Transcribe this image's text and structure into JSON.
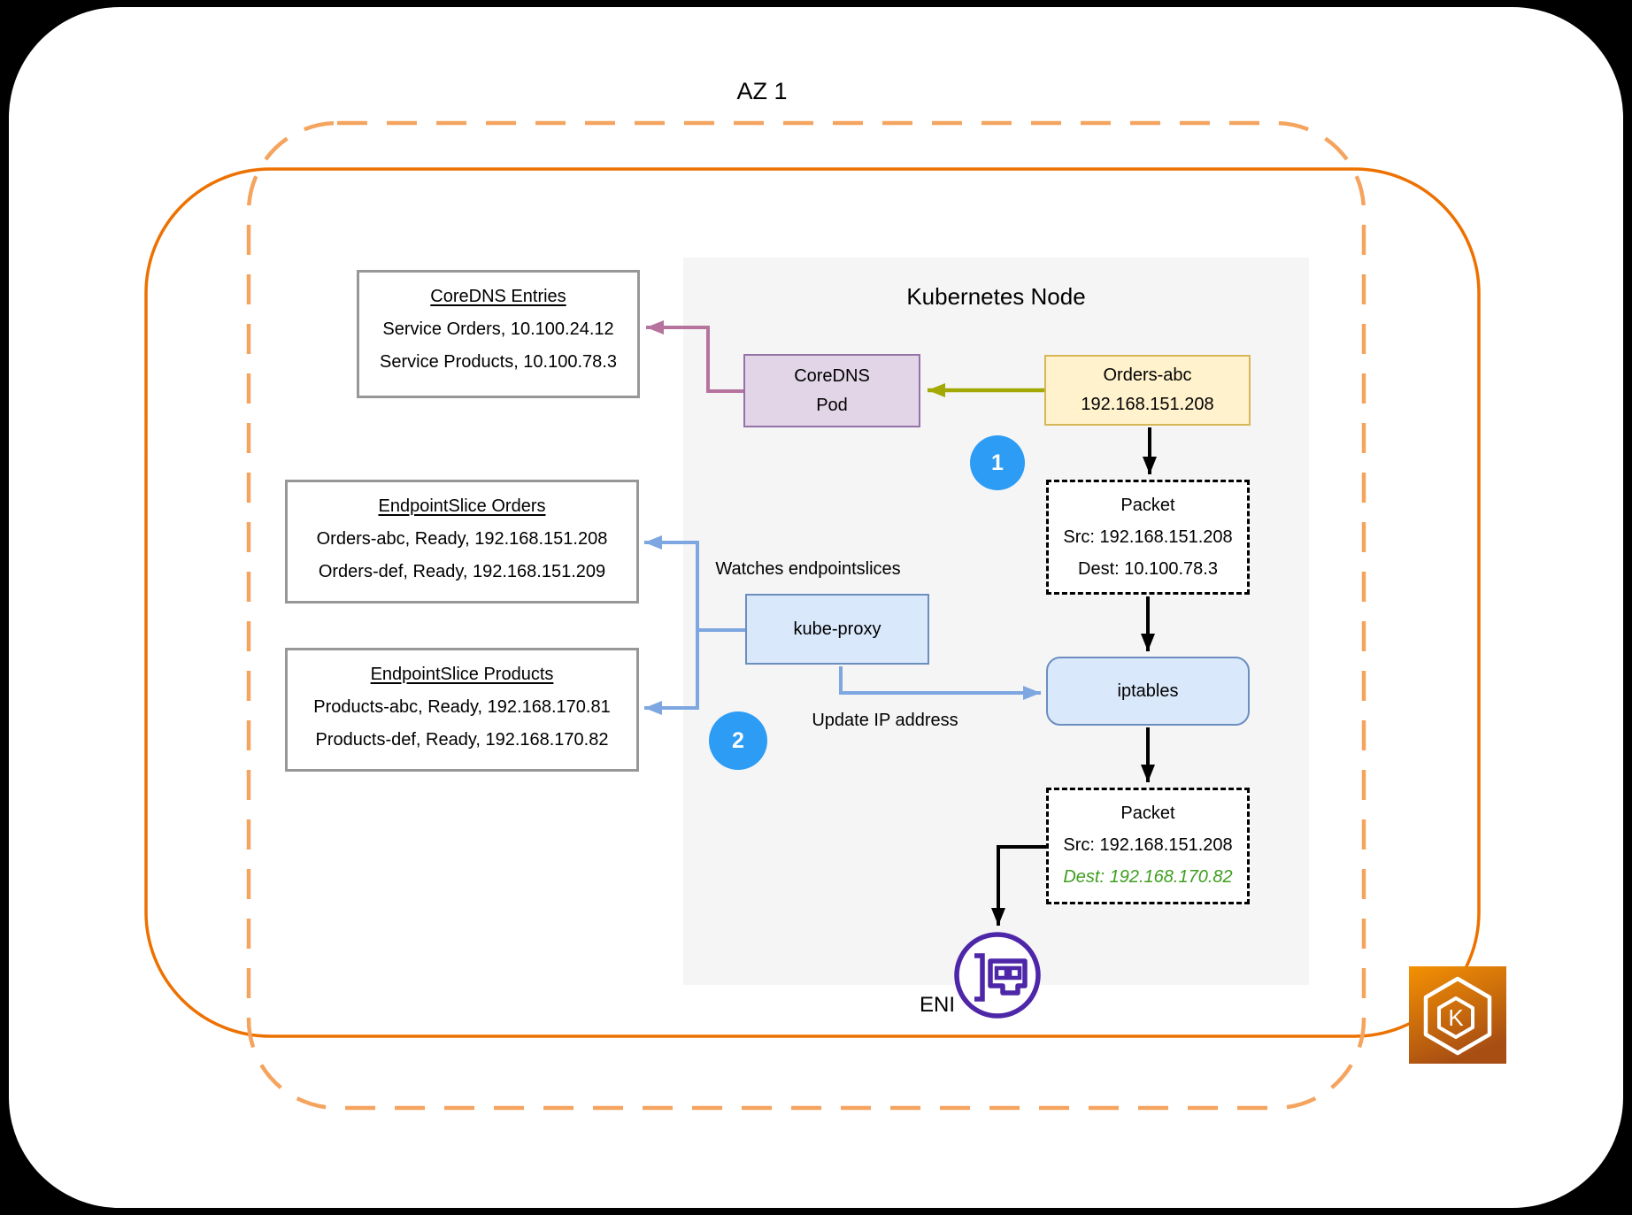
{
  "az": {
    "label": "AZ 1"
  },
  "node": {
    "title": "Kubernetes Node"
  },
  "boxes": {
    "coredns_entries": {
      "title": "CoreDNS Entries",
      "lines": [
        "Service Orders, 10.100.24.12",
        "Service Products, 10.100.78.3"
      ]
    },
    "endpointslice_orders": {
      "title": "EndpointSlice Orders",
      "lines": [
        "Orders-abc, Ready, 192.168.151.208",
        "Orders-def, Ready, 192.168.151.209"
      ]
    },
    "endpointslice_products": {
      "title": "EndpointSlice Products",
      "lines": [
        "Products-abc, Ready, 192.168.170.81",
        "Products-def, Ready, 192.168.170.82"
      ]
    },
    "coredns_pod": {
      "line1": "CoreDNS",
      "line2": "Pod"
    },
    "orders_abc": {
      "line1": "Orders-abc",
      "line2": "192.168.151.208"
    },
    "packet_top": {
      "title": "Packet",
      "src": "Src: 192.168.151.208",
      "dest": "Dest: 10.100.78.3"
    },
    "kube_proxy": {
      "label": "kube-proxy"
    },
    "iptables": {
      "label": "iptables"
    },
    "packet_bottom": {
      "title": "Packet",
      "src": "Src: 192.168.151.208",
      "dest": "Dest: 192.168.170.82"
    }
  },
  "annotations": {
    "watches": "Watches endpointslices",
    "update_ip": "Update IP address"
  },
  "badges": {
    "step1": "1",
    "step2": "2"
  },
  "eni": {
    "label": "ENI"
  },
  "eks": {
    "letter": "K"
  },
  "icons": {
    "eni": "network-interface",
    "eks": "kubernetes-hexagon-k"
  },
  "colors": {
    "boundary_solid_orange": "#ed7100",
    "boundary_dashed_orange": "#f5a45f",
    "node_background": "#f5f5f6",
    "info_box_border": "#979797",
    "pod_fill": "#e1d5e7",
    "pod_border": "#9673a6",
    "orders_fill": "#fff2cc",
    "orders_border": "#d6b656",
    "blue_fill": "#dae8fc",
    "blue_border": "#6c8ebf",
    "arrow_pink": "#b5739d",
    "arrow_olive": "#a3a805",
    "arrow_blue": "#7ea6e0",
    "arrow_black": "#000000",
    "badge_blue": "#2d9cf4",
    "dest_green": "#3e9e1e",
    "eni_purple": "#4d27a8"
  }
}
